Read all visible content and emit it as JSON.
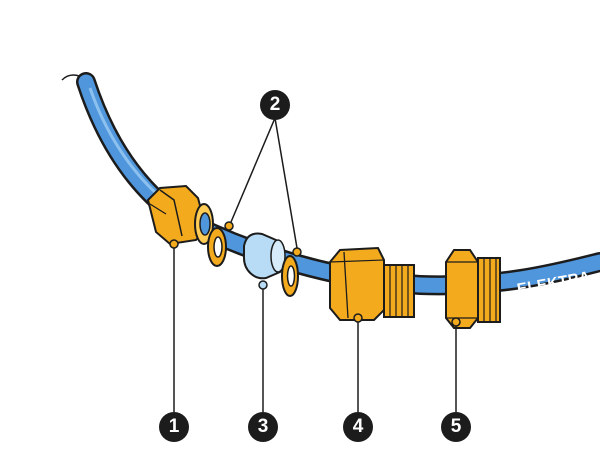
{
  "callouts": {
    "part_1": "1",
    "part_2": "2",
    "part_3": "3",
    "part_4": "4",
    "part_5": "5"
  },
  "tube": {
    "brand_text": "ELEKTRA"
  },
  "colors": {
    "tube": "#4f96dc",
    "tube_outline": "#1c1c1c",
    "brass": "#f3aa1c",
    "brass_light": "#ffcc55",
    "olive": "#b9dcf6",
    "badge": "#1c1c1c"
  }
}
